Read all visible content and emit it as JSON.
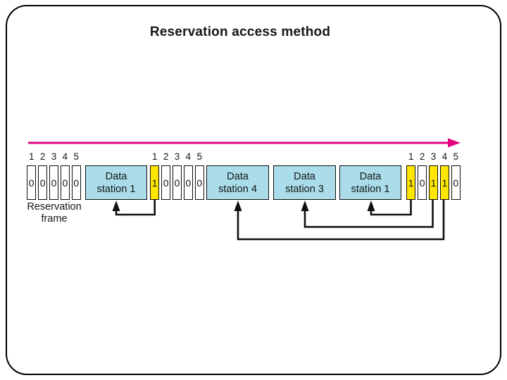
{
  "title": "Reservation access method",
  "colors": {
    "timeline_arrow": "#e20080",
    "station_fill": "#aadce9",
    "slot_highlight_fill": "#ffe600",
    "connector": "#101010",
    "border": "#000000"
  },
  "reservation_frame_label": "Reservation\nframe",
  "frames": [
    {
      "name": "reservation-frame-1",
      "slot_numbers": [
        "1",
        "2",
        "3",
        "4",
        "5"
      ],
      "slots": [
        {
          "value": "0",
          "highlighted": false
        },
        {
          "value": "0",
          "highlighted": false
        },
        {
          "value": "0",
          "highlighted": false
        },
        {
          "value": "0",
          "highlighted": false
        },
        {
          "value": "0",
          "highlighted": false
        }
      ]
    },
    {
      "name": "reservation-frame-2",
      "slot_numbers": [
        "1",
        "2",
        "3",
        "4",
        "5"
      ],
      "slots": [
        {
          "value": "1",
          "highlighted": true
        },
        {
          "value": "0",
          "highlighted": false
        },
        {
          "value": "0",
          "highlighted": false
        },
        {
          "value": "0",
          "highlighted": false
        },
        {
          "value": "0",
          "highlighted": false
        }
      ]
    },
    {
      "name": "reservation-frame-3",
      "slot_numbers": [
        "1",
        "2",
        "3",
        "4",
        "5"
      ],
      "slots": [
        {
          "value": "1",
          "highlighted": true
        },
        {
          "value": "0",
          "highlighted": false
        },
        {
          "value": "1",
          "highlighted": true
        },
        {
          "value": "1",
          "highlighted": true
        },
        {
          "value": "0",
          "highlighted": false
        }
      ]
    }
  ],
  "stations": [
    {
      "label": "Data\nstation 1"
    },
    {
      "label": "Data\nstation 4"
    },
    {
      "label": "Data\nstation 3"
    },
    {
      "label": "Data\nstation 1"
    }
  ],
  "connections": [
    {
      "from": "frame-2-slot-1",
      "to": "data-station-1-first"
    },
    {
      "from": "frame-3-slot-1",
      "to": "data-station-1-second"
    },
    {
      "from": "frame-3-slot-3",
      "to": "data-station-3"
    },
    {
      "from": "frame-3-slot-4",
      "to": "data-station-4"
    }
  ]
}
